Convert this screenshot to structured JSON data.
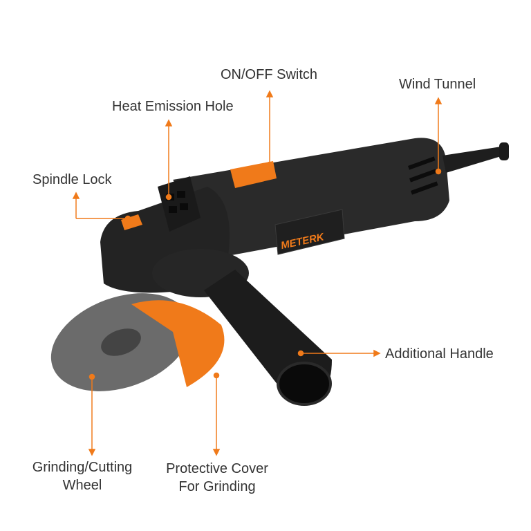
{
  "brand": "METERK",
  "accent": "#f07a1a",
  "labels": {
    "onoff": "ON/OFF Switch",
    "wind": "Wind Tunnel",
    "heat": "Heat Emission Hole",
    "spindle": "Spindle Lock",
    "handle": "Additional Handle",
    "wheel_1": "Grinding/Cutting",
    "wheel_2": "Wheel",
    "cover_1": "Protective Cover",
    "cover_2": "For Grinding"
  }
}
